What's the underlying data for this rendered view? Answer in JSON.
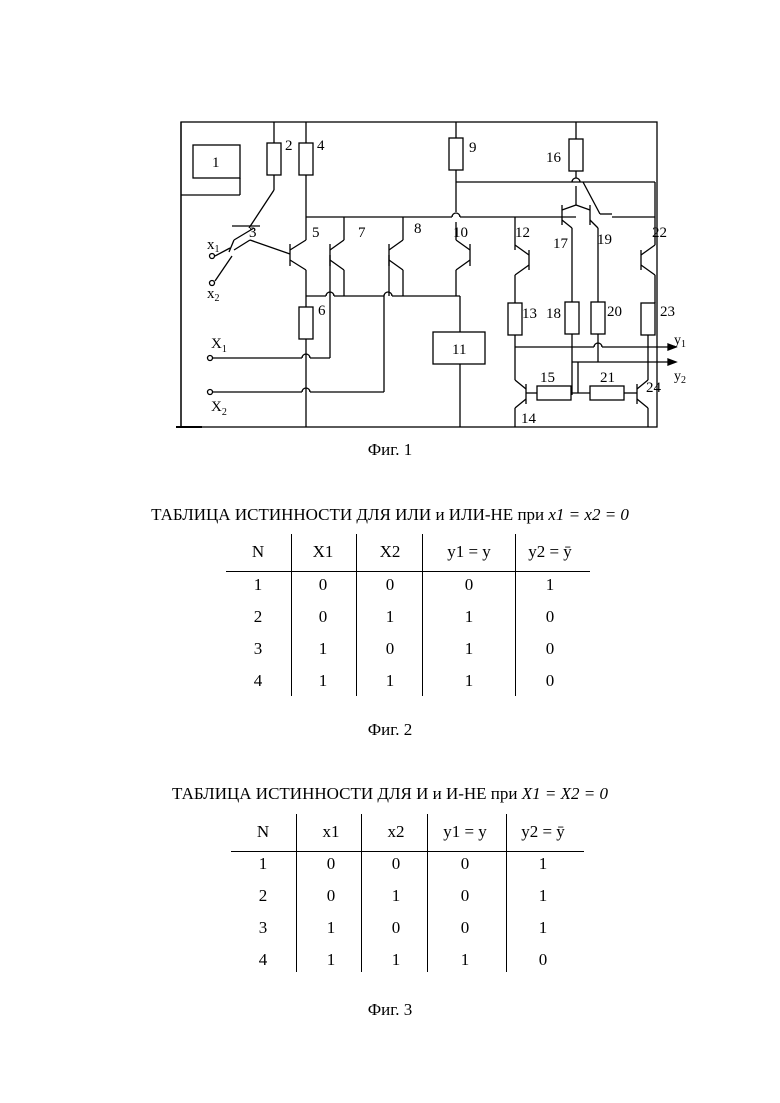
{
  "figure1": {
    "caption": "Фиг. 1",
    "component_labels": [
      "1",
      "2",
      "3",
      "4",
      "5",
      "6",
      "7",
      "8",
      "9",
      "10",
      "11",
      "12",
      "13",
      "14",
      "15",
      "16",
      "17",
      "18",
      "19",
      "20",
      "21",
      "22",
      "23",
      "24"
    ],
    "inputs": {
      "x1": {
        "base": "x",
        "sub": "1"
      },
      "x2": {
        "base": "x",
        "sub": "2"
      },
      "X1": {
        "base": "X",
        "sub": "1"
      },
      "X2": {
        "base": "X",
        "sub": "2"
      }
    },
    "outputs": {
      "y1": {
        "base": "y",
        "sub": "1"
      },
      "y2": {
        "base": "y",
        "sub": "2"
      }
    }
  },
  "table1": {
    "title_prefix": "ТАБЛИЦА  ИСТИННОСТИ ДЛЯ ИЛИ и ИЛИ-НЕ при ",
    "title_condition": "x1 = x2 = 0",
    "headers": [
      "N",
      "X1",
      "X2",
      "y1 = y",
      "y2 = ȳ"
    ],
    "rows": [
      [
        "1",
        "0",
        "0",
        "0",
        "1"
      ],
      [
        "2",
        "0",
        "1",
        "1",
        "0"
      ],
      [
        "3",
        "1",
        "0",
        "1",
        "0"
      ],
      [
        "4",
        "1",
        "1",
        "1",
        "0"
      ]
    ],
    "caption": "Фиг. 2"
  },
  "table2": {
    "title_prefix": "ТАБЛИЦА  ИСТИННОСТИ ДЛЯ И и И-НЕ при ",
    "title_condition": "X1 = X2 = 0",
    "headers": [
      "N",
      "x1",
      "x2",
      "y1 = y",
      "y2 = ȳ"
    ],
    "rows": [
      [
        "1",
        "0",
        "0",
        "0",
        "1"
      ],
      [
        "2",
        "0",
        "1",
        "0",
        "1"
      ],
      [
        "3",
        "1",
        "0",
        "0",
        "1"
      ],
      [
        "4",
        "1",
        "1",
        "1",
        "0"
      ]
    ],
    "caption": "Фиг. 3"
  }
}
